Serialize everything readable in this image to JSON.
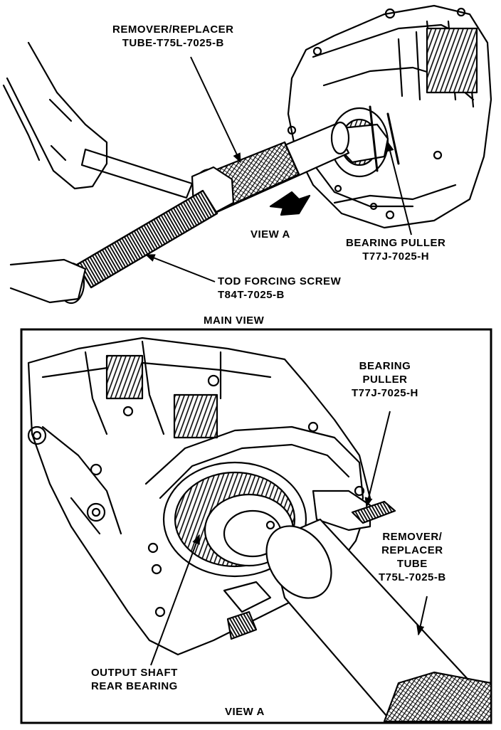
{
  "main_view": {
    "caption": "MAIN VIEW",
    "labels": {
      "tube_line1": "REMOVER/REPLACER",
      "tube_line2": "TUBE-T75L-7025-B",
      "view_a": "VIEW A",
      "puller_line1": "BEARING PULLER",
      "puller_line2": "T77J-7025-H",
      "screw_line1": "TOD FORCING SCREW",
      "screw_line2": "T84T-7025-B"
    }
  },
  "view_a": {
    "caption": "VIEW A",
    "labels": {
      "puller_line1": "BEARING",
      "puller_line2": "PULLER",
      "puller_line3": "T77J-7025-H",
      "tube_line1": "REMOVER/",
      "tube_line2": "REPLACER",
      "tube_line3": "TUBE",
      "tube_line4": "T75L-7025-B",
      "bearing_line1": "OUTPUT SHAFT",
      "bearing_line2": "REAR BEARING"
    }
  }
}
